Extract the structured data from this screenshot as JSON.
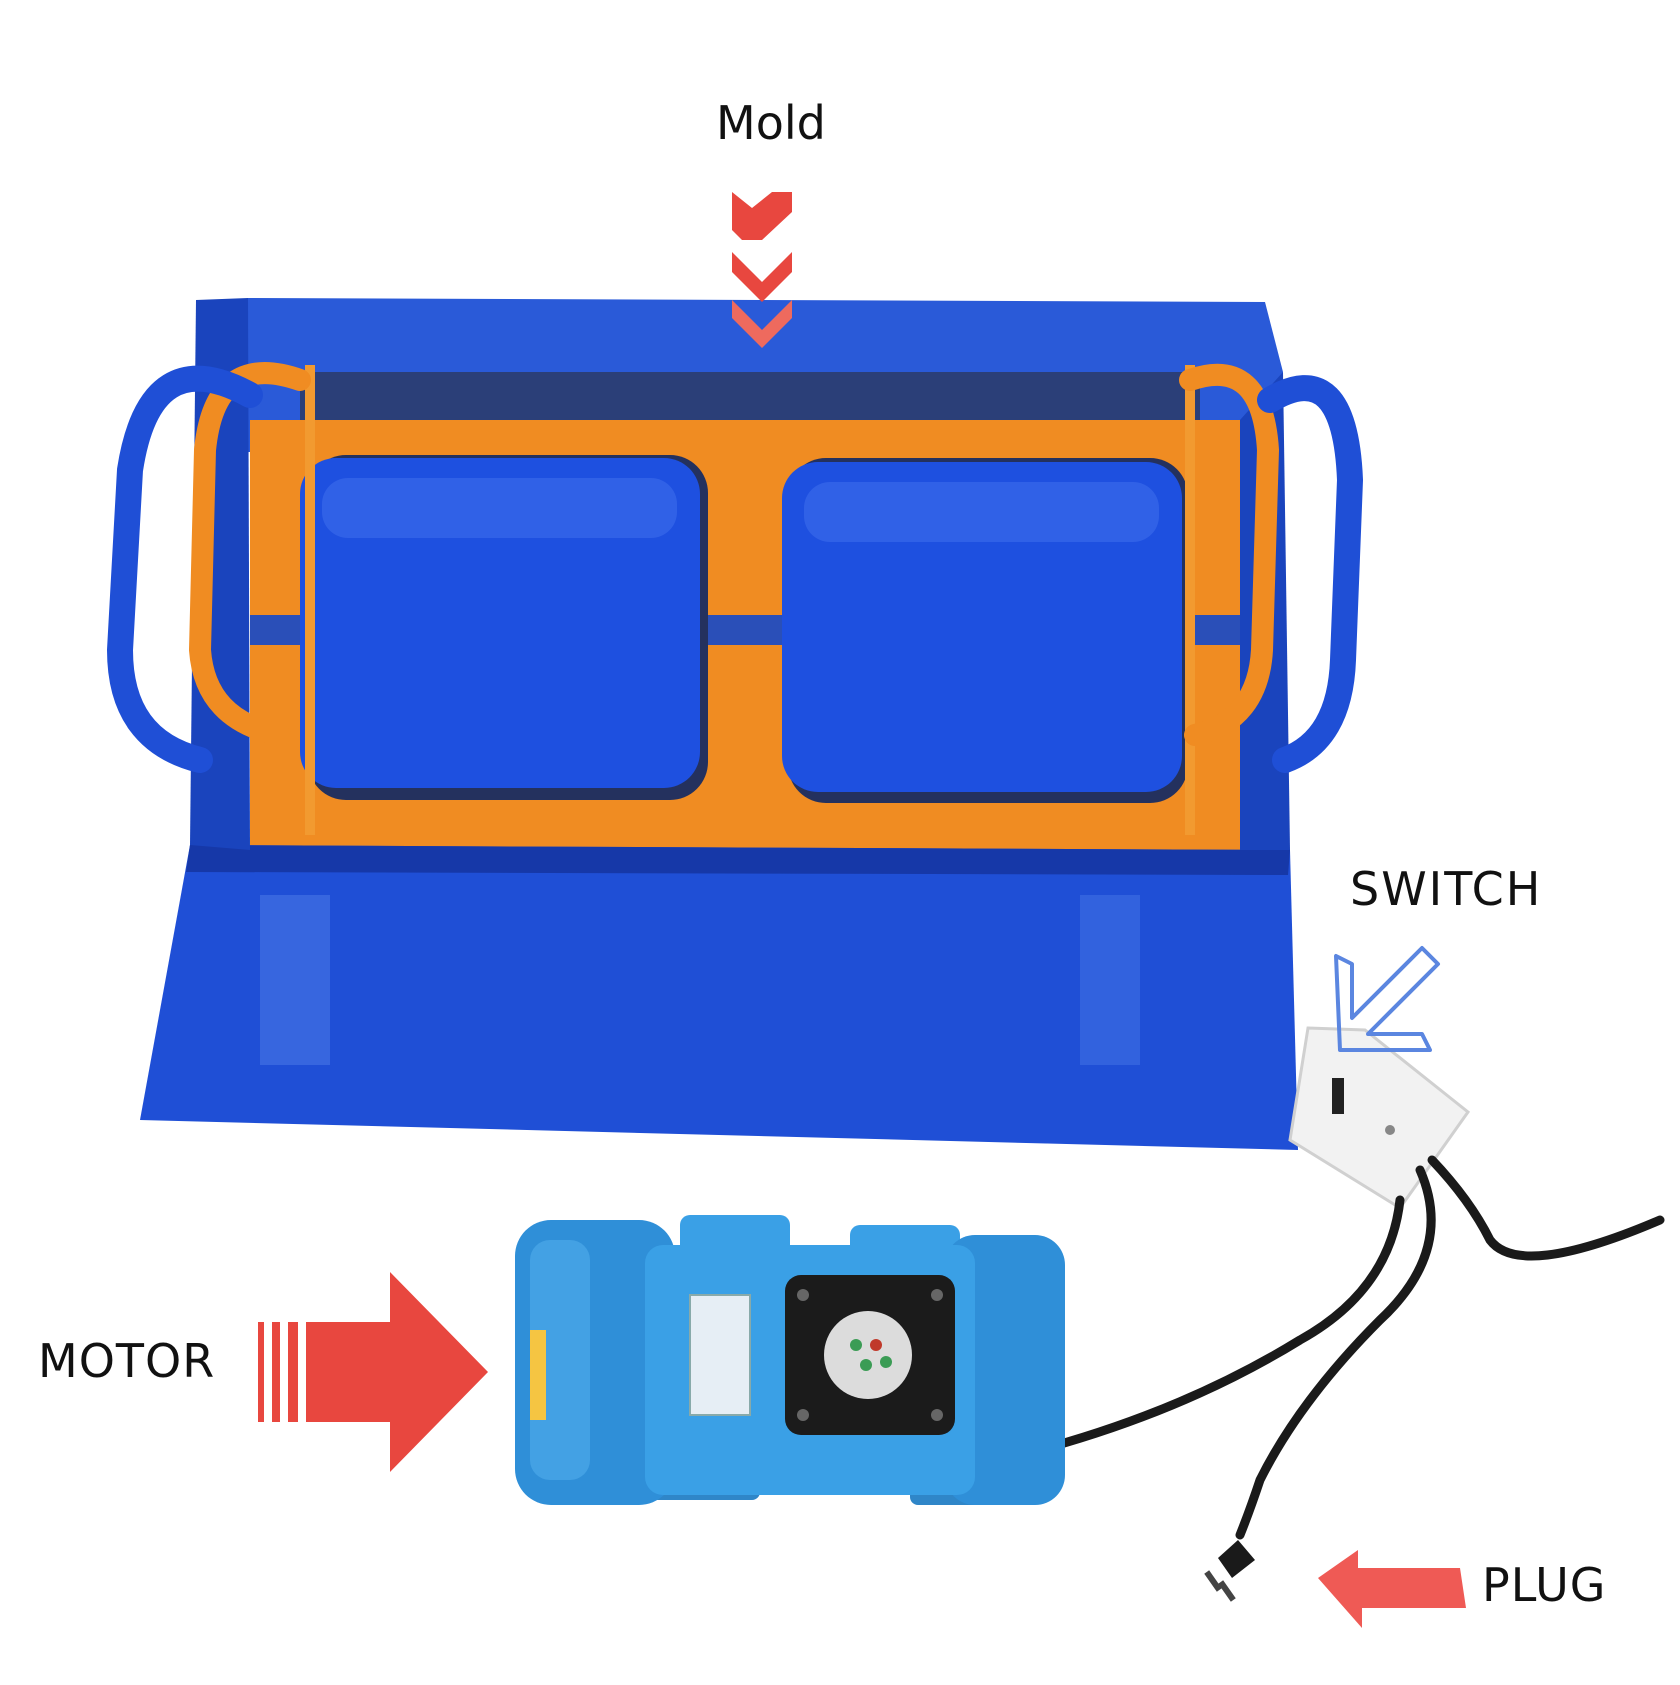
{
  "labels": {
    "mold": "Mold",
    "switch": "SWITCH",
    "motor": "MOTOR",
    "plug": "PLUG"
  },
  "colors": {
    "frame_blue": "#1f4fd6",
    "frame_blue_dark": "#1638a8",
    "bar_orange": "#f08c22",
    "motor_blue": "#3aa0e6",
    "arrow_red": "#e8473f",
    "switch_outline": "#5b86e0",
    "cable": "#1a1a1a",
    "switch_box": "#f2f2f2"
  },
  "icons": [
    "mold-arrow-icon",
    "switch-arrow-icon",
    "motor-arrow-icon",
    "plug-arrow-icon"
  ]
}
